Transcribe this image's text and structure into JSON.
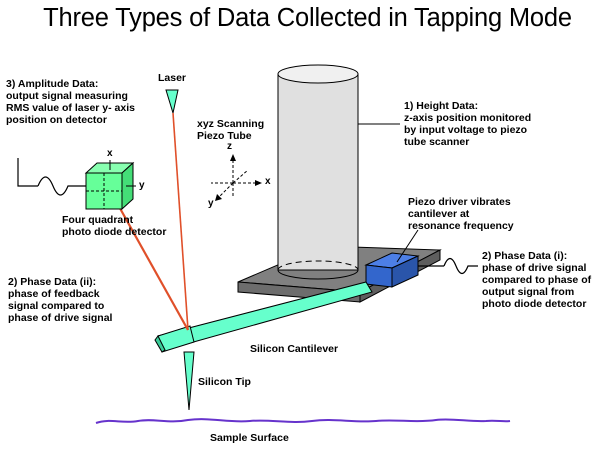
{
  "title": "Three Types of Data Collected in Tapping Mode",
  "labels": {
    "laser": "Laser",
    "amplitude": [
      "3) Amplitude Data:",
      "output signal measuring",
      "RMS value of laser y- axis",
      "position on detector"
    ],
    "piezo_tube": [
      "xyz Scanning",
      "Piezo Tube"
    ],
    "height": [
      "1) Height Data:",
      "z-axis position monitored",
      "by input voltage to piezo",
      "tube scanner"
    ],
    "photodiode": [
      "Four quadrant",
      "photo diode detector"
    ],
    "piezo_driver": [
      "Piezo driver vibrates",
      "cantilever at",
      "resonance frequency"
    ],
    "phase_ii": [
      "2) Phase Data (ii):",
      "phase of feedback",
      "signal compared to",
      "phase of drive signal"
    ],
    "phase_i": [
      "2) Phase Data (i):",
      "phase of drive signal",
      "compared to phase of",
      "output signal from",
      "photo diode detector"
    ],
    "cantilever": "Silicon Cantilever",
    "tip": "Silicon Tip",
    "surface": "Sample Surface"
  },
  "axes": {
    "x": "x",
    "y": "y",
    "z": "z"
  },
  "detector_axes": {
    "x": "x",
    "y": "y"
  },
  "colors": {
    "cantilever": "#66ffcc",
    "stage": "#808080",
    "piezo_driver": "#3366cc",
    "laser_beam": "#e0502a",
    "sample_surface": "#6633cc",
    "detector": "#66ff99"
  }
}
